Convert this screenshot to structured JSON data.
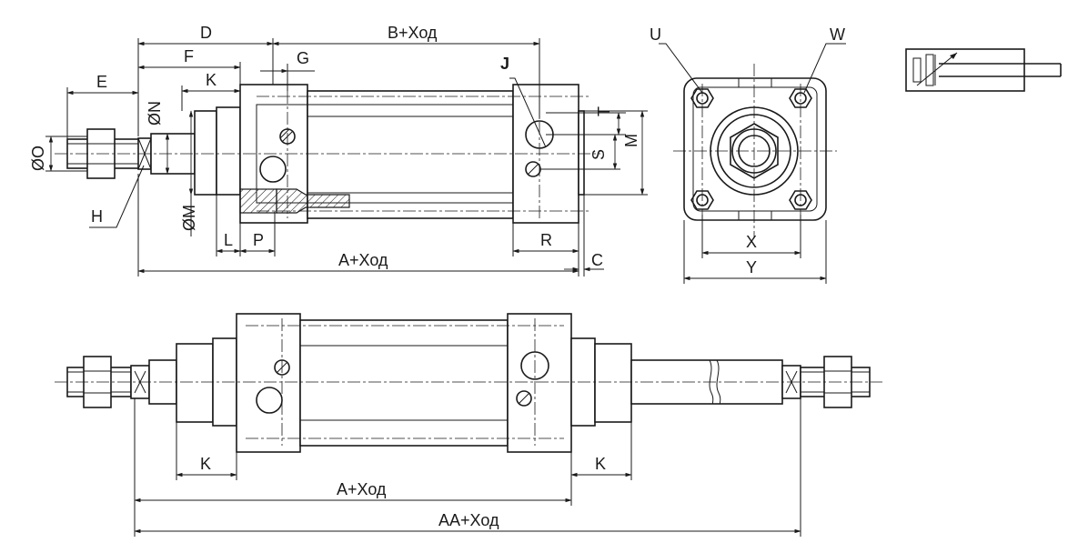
{
  "labels": {
    "D": "D",
    "B_stroke": "B+Ход",
    "F": "F",
    "G": "G",
    "J": "J",
    "E": "E",
    "K": "K",
    "N": "ØN",
    "O": "ØO",
    "M_dia": "ØM",
    "H": "H",
    "L": "L",
    "P": "P",
    "R": "R",
    "C": "C",
    "T": "T",
    "S": "S",
    "M": "M",
    "A_stroke": "A+Ход",
    "U": "U",
    "W": "W",
    "X": "X",
    "Y": "Y",
    "K_left": "K",
    "K_right": "K",
    "A_stroke_bottom": "A+Ход",
    "AA_stroke": "AA+Ход"
  }
}
